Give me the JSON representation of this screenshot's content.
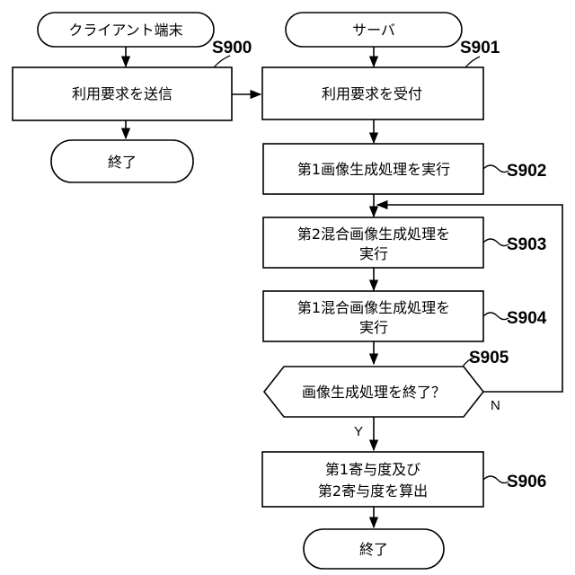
{
  "client": {
    "start_label": "クライアント端末",
    "send": {
      "label": "利用要求を送信",
      "step": "S900"
    },
    "end_label": "終了"
  },
  "server": {
    "start_label": "サーバ",
    "receive": {
      "label": "利用要求を受付",
      "step": "S901"
    },
    "first_image": {
      "label": "第1画像生成処理を実行",
      "step": "S902"
    },
    "second_mixed": {
      "label_line1": "第2混合画像生成処理を",
      "label_line2": "実行",
      "step": "S903"
    },
    "first_mixed": {
      "label_line1": "第1混合画像生成処理を",
      "label_line2": "実行",
      "step": "S904"
    },
    "decision": {
      "label": "画像生成処理を終了？",
      "step": "S905",
      "yes_label": "Y",
      "no_label": "N"
    },
    "contribution": {
      "label_line1": "第1寄与度及び",
      "label_line2": "第2寄与度を算出",
      "step": "S906"
    },
    "end_label": "終了"
  }
}
